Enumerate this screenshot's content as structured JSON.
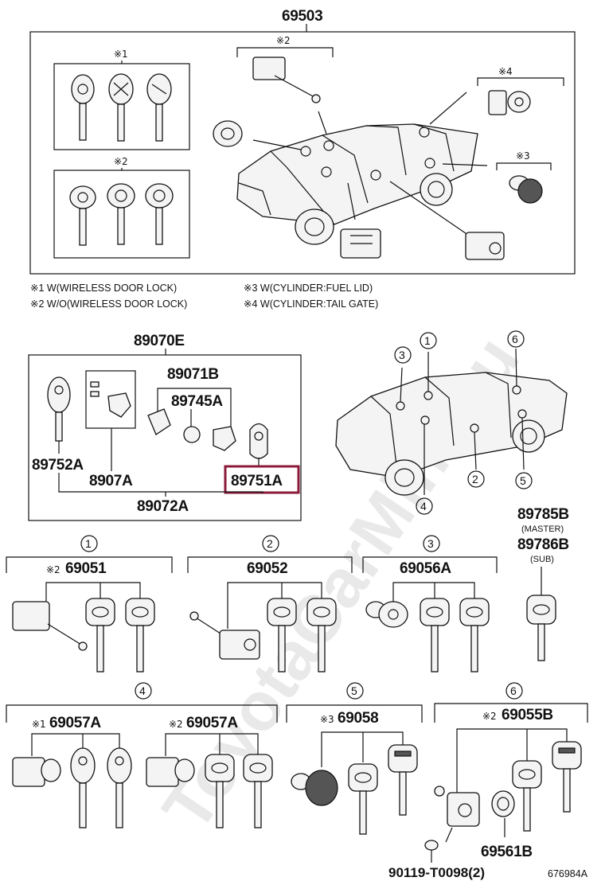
{
  "watermark": "ToyotaCarMine.ru",
  "top": {
    "title": "69503",
    "mark1": "※1",
    "mark2": "※2",
    "mark2b": "※2",
    "mark3": "※3",
    "mark4": "※4"
  },
  "notes": {
    "n1": "※1 W(WIRELESS DOOR LOCK)",
    "n2": "※2 W/O(WIRELESS DOOR LOCK)",
    "n3": "※3 W(CYLINDER:FUEL LID)",
    "n4": "※4 W(CYLINDER:TAIL GATE)"
  },
  "kit": {
    "title": "89070E",
    "p89071B": "89071B",
    "p89745A": "89745A",
    "p89752A": "89752A",
    "p8907A": "8907A",
    "p89751A": "89751A",
    "p89072A": "89072A"
  },
  "truck2": {
    "c1": "1",
    "c2": "2",
    "c3": "3",
    "c4": "4",
    "c5": "5",
    "c6": "6"
  },
  "keys": {
    "p89785B": "89785B",
    "master": "(MASTER)",
    "p89786B": "89786B",
    "sub": "(SUB)"
  },
  "groups": {
    "g1": {
      "circle": "1",
      "mark": "※2",
      "part": "69051"
    },
    "g2": {
      "circle": "2",
      "part": "69052"
    },
    "g3": {
      "circle": "3",
      "part": "69056A"
    },
    "g4": {
      "circle": "4",
      "markA": "※1",
      "partA": "69057A",
      "markB": "※2",
      "partB": "69057A"
    },
    "g5": {
      "circle": "5",
      "mark": "※3",
      "part": "69058"
    },
    "g6": {
      "circle": "6",
      "mark": "※2",
      "part": "69055B",
      "p69561B": "69561B",
      "bolt": "90119-T0098(2)"
    }
  },
  "diagram_id": "676984A",
  "highlight_color": "#8b1a3a"
}
